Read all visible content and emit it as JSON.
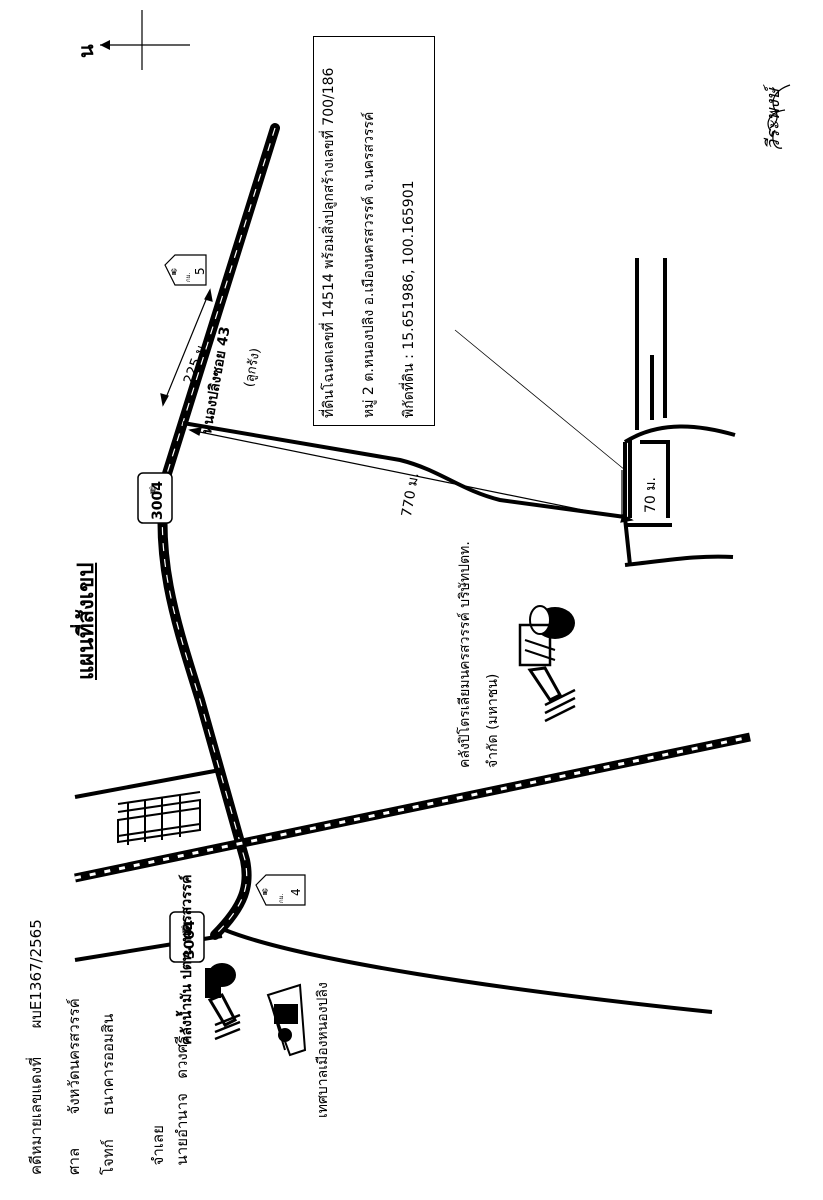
{
  "title": "แผนที่สังเขป",
  "north": {
    "label": "น"
  },
  "case_info": {
    "case_no_label": "คดีหมายเลขแดงที่",
    "case_no": "ผบE1367/2565",
    "court_label": "ศาล",
    "court": "จังหวัดนครสวรรค์",
    "plaintiff_label": "โจทก์",
    "plaintiff": "ธนาคารออมสิน",
    "defendant_label": "จำเลย",
    "defendant": "นายอำนาจ   ดวงศรี"
  },
  "property": {
    "line1": "ที่ดินโฉนดเลขที่ 14514  พร้อมสิ่งปลูกสร้างเลขที่ 700/186",
    "line2": "หมู่ 2 ต.หนองปลิง  อ.เมืองนครสวรรค์  จ.นครสวรรค์",
    "line3": "พิกัดที่ดิน : 15.651986, 100.165901"
  },
  "roads": {
    "route_3004_top": "3004",
    "route_3004_bottom": "3004",
    "marker_5": "5",
    "marker_4": "4",
    "marker_prefix": "กม.",
    "soi_name": "หนองปลิงซอย 43",
    "soi_note": "(ลูกรัง)"
  },
  "distances": {
    "d225": "225 ม.",
    "d770": "770 ม.",
    "d70": "70 ม."
  },
  "landmarks": {
    "ptt_depot": "คลังน้ำมัน  ปตท.  นครสวรรค์",
    "municipality": "เทศบาลเมืองหนองปลิง",
    "ptt_terminal_1": "คลังปิโตรเลียมนครสวรรค์ บริษัทปตท.",
    "ptt_terminal_2": "จำกัด (มหาชน)"
  },
  "signature": "วีระพงษ์"
}
